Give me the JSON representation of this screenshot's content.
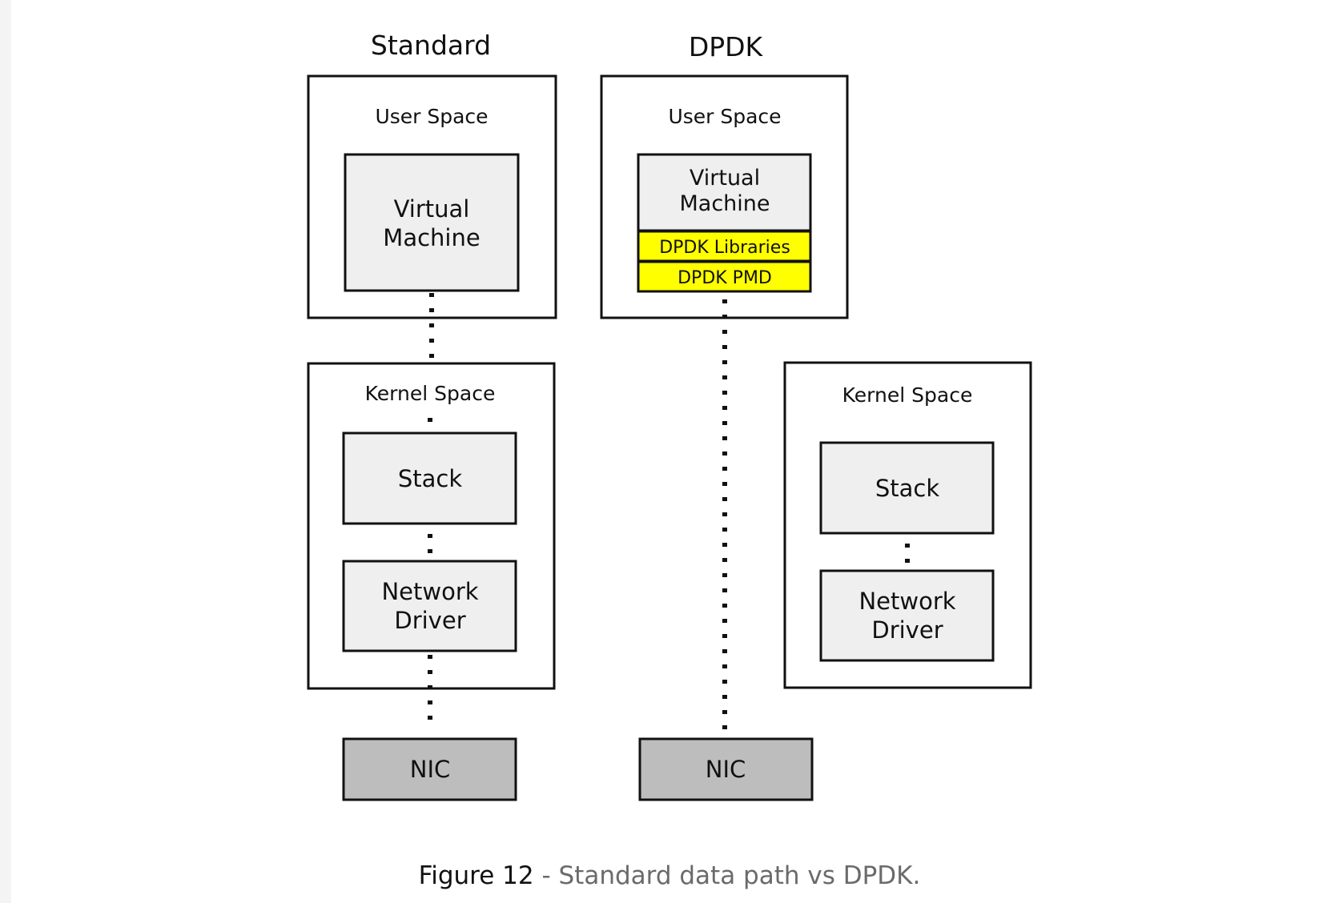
{
  "columns": {
    "standard": {
      "title": "Standard"
    },
    "dpdk": {
      "title": "DPDK"
    }
  },
  "labels": {
    "user_space": "User Space",
    "kernel_space": "Kernel Space",
    "vm_line1": "Virtual",
    "vm_line2": "Machine",
    "stack": "Stack",
    "net_line1": "Network",
    "net_line2": "Driver",
    "nic": "NIC",
    "dpdk_libraries": "DPDK Libraries",
    "dpdk_pmd": "DPDK PMD"
  },
  "caption": {
    "figure": "Figure 12",
    "text": " - Standard data path vs DPDK."
  },
  "colors": {
    "box_fill": "#efefef",
    "nic_fill": "#bdbdbd",
    "dpdk_fill": "#ffff00",
    "stroke": "#111111"
  }
}
